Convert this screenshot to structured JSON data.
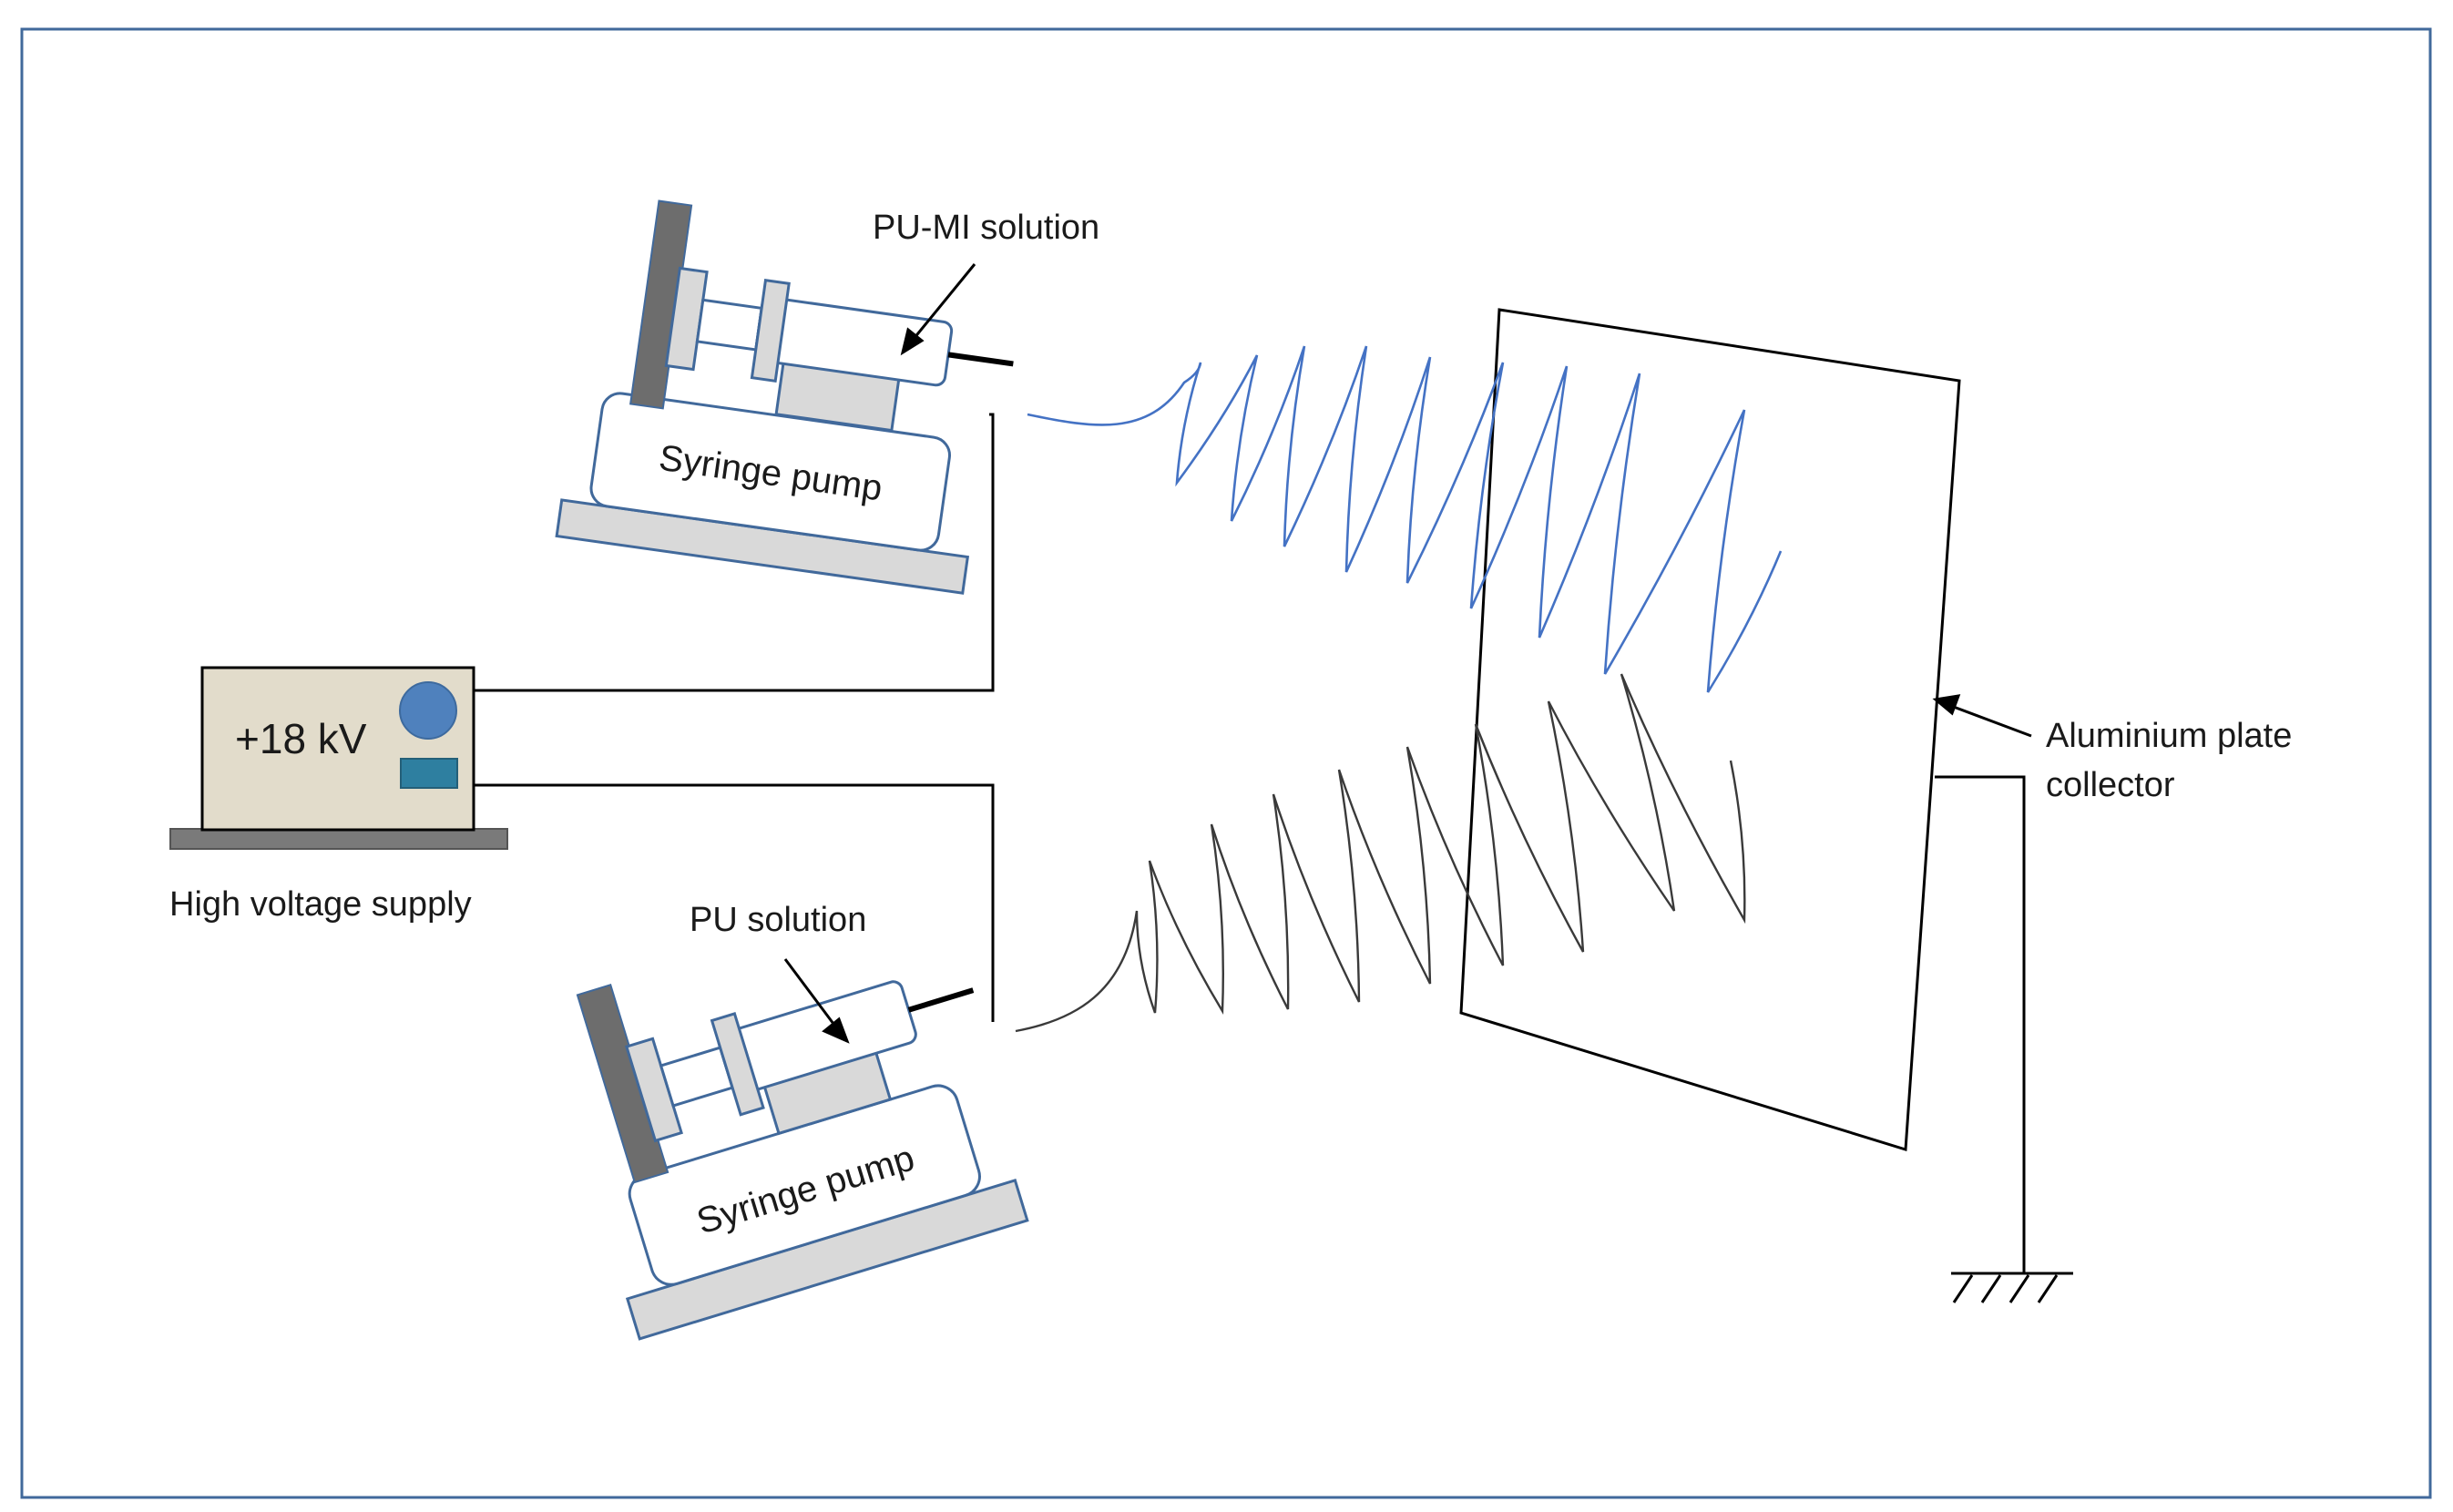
{
  "labels": {
    "top_solution": "PU-MI solution",
    "bottom_solution": "PU solution",
    "top_pump": "Syringe pump",
    "bottom_pump": "Syringe pump",
    "voltage_value": "+18 kV",
    "supply_name": "High voltage supply",
    "collector_line1": "Aluminium plate",
    "collector_line2": "collector"
  },
  "colors": {
    "outline_blue": "#41699b",
    "jet_blue": "#4472c4",
    "jet_gray": "#3a3a3a",
    "wire": "#000000",
    "stand_dark": "#6d6d6d",
    "part_fill": "#d9d9d9",
    "supply_fill": "#e2dccb",
    "knob": "#4f81bd",
    "display": "#2e7fa0"
  },
  "icons": {
    "ground": "ground-symbol-icon",
    "knob": "dial-knob-icon",
    "display": "display-panel-icon"
  }
}
